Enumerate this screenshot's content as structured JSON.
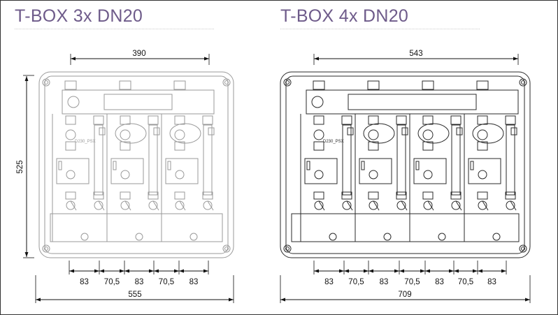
{
  "left": {
    "title": "T-BOX 3x DN20",
    "modules": 3,
    "top_dimension": "390",
    "height_dimension": "525",
    "overall_width": "555",
    "spacing_labels": [
      "83",
      "70,5",
      "83",
      "70,5",
      "83"
    ],
    "pump_label": "D230_PSX",
    "line_color": "#9a9a9a"
  },
  "right": {
    "title": "T-BOX 4x DN20",
    "modules": 4,
    "top_dimension": "543",
    "overall_width": "709",
    "spacing_labels": [
      "83",
      "70,5",
      "83",
      "70,5",
      "83",
      "70,5",
      "83"
    ],
    "pump_label": "D230_PSX",
    "line_color": "#2a2a2a"
  },
  "colors": {
    "title": "#6e5b8a",
    "dimension": "#111111"
  }
}
